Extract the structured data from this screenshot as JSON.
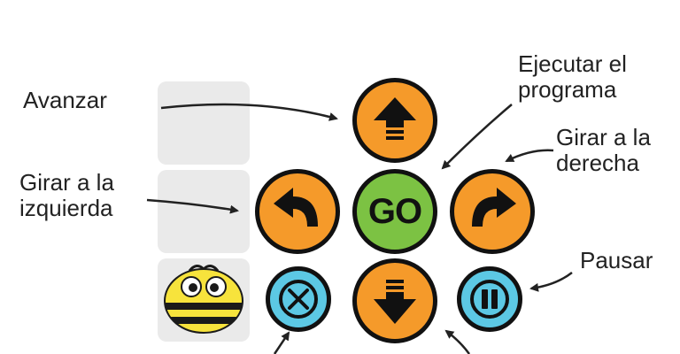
{
  "buttons": {
    "go_label": "GO"
  },
  "labels": {
    "forward": "Avanzar",
    "run_program": "Ejecutar el\nprograma",
    "turn_left": "Girar a la\nizquierda",
    "turn_right": "Girar a la\nderecha",
    "pause": "Pausar"
  },
  "colors": {
    "orange": "#f59a2a",
    "green": "#7cc243",
    "blue": "#5cc8e4",
    "outline": "#111111",
    "slot": "#eaeaea"
  },
  "icons": {
    "forward": "arrow-up-icon",
    "back": "arrow-down-icon",
    "left": "turn-left-icon",
    "right": "turn-right-icon",
    "clear": "x-icon",
    "pause": "pause-icon",
    "robot": "bee-bot-icon"
  }
}
